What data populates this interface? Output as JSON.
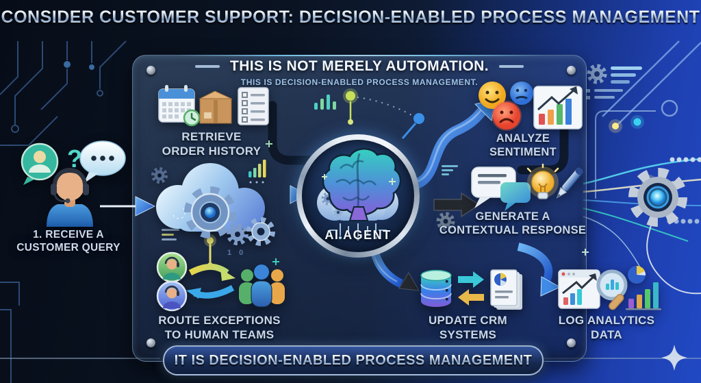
{
  "title": "CONSIDER CUSTOMER SUPPORT: DECISION-ENABLED PROCESS MANAGEMENT",
  "panel": {
    "heading": "THIS IS NOT MERELY AUTOMATION.",
    "subheading": "THIS IS DECISION-ENABLED PROCESS MANAGEMENT.",
    "footer_banner": "IT IS DECISION-ENABLED PROCESS MANAGEMENT"
  },
  "nodes": {
    "receive": {
      "label": "1. RECEIVE A\nCUSTOMER QUERY"
    },
    "retrieve": {
      "label": "RETRIEVE\nORDER HISTORY"
    },
    "ai": {
      "label": "AI AGENT"
    },
    "analyze": {
      "label": "ANALYZE\nSENTIMENT"
    },
    "generate": {
      "label": "GENERATE A\nCONTEXTUAL RESPONSE"
    },
    "route": {
      "label": "ROUTE EXCEPTIONS\nTO HUMAN TEAMS"
    },
    "crm": {
      "label": "UPDATE CRM\nSYSTEMS"
    },
    "log": {
      "label": "LOG ANALYTICS\nDATA"
    }
  },
  "decor": {
    "binary_digits": "1 0"
  },
  "icons": [
    "customer-avatar-bubble-icon",
    "question-mark-icon",
    "chat-bubble-icon",
    "support-agent-icon",
    "calendar-clock-icon",
    "package-box-icon",
    "checklist-icon",
    "cloud-gear-icon",
    "brain-icon",
    "happy-face-icon",
    "neutral-face-icon",
    "sad-face-icon",
    "trend-chart-icon",
    "chat-bubbles-icon",
    "lightbulb-icon",
    "pen-icon",
    "agent-avatar-icon",
    "team-group-icon",
    "database-icon",
    "sync-arrows-icon",
    "report-documents-icon",
    "chart-window-icon",
    "magnifier-icon",
    "pie-chart-icon",
    "bar-chart-icon",
    "gear-icon",
    "sparkle-icon"
  ],
  "colors": {
    "bg_dark": "#0a1322",
    "bg_royal": "#1e3fae",
    "accent_blue": "#3f8ce8",
    "accent_cyan": "#3ad0f0",
    "accent_yellow": "#e8d44a",
    "label_text": "#c9d7e9",
    "heading_text": "#f2f7fd",
    "subheading_text": "#9dc3ea"
  }
}
